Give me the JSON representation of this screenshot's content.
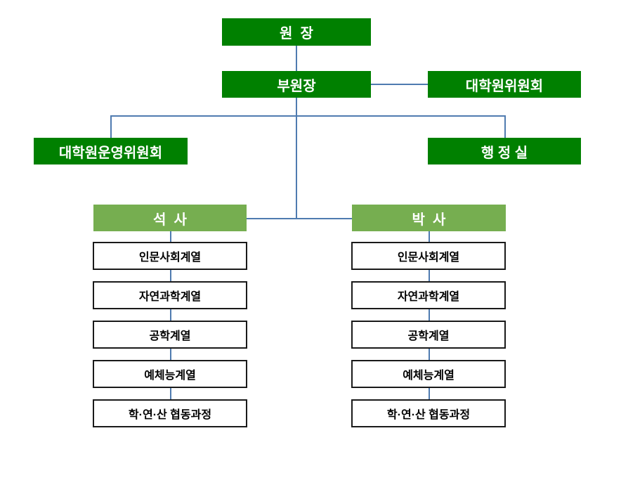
{
  "org": {
    "director_label": "원  장",
    "vice_director_label": "부원장",
    "graduate_committee_label": "대학원위원회",
    "operating_committee_label": "대학원운영위원회",
    "admin_office_label": "행 정 실",
    "masters_label": "석  사",
    "doctoral_label": "박  사",
    "masters_divisions": [
      "인문사회계열",
      "자연과학계열",
      "공학계열",
      "예체능계열",
      "학·연·산 협동과정"
    ],
    "doctoral_divisions": [
      "인문사회계열",
      "자연과학계열",
      "공학계열",
      "예체능계열",
      "학·연·산 협동과정"
    ],
    "colors": {
      "dark_green": "#008000",
      "light_green": "#76AE50",
      "connector_blue": "#4F7BB0",
      "box_border": "#1a1a1a",
      "background": "#ffffff"
    }
  }
}
